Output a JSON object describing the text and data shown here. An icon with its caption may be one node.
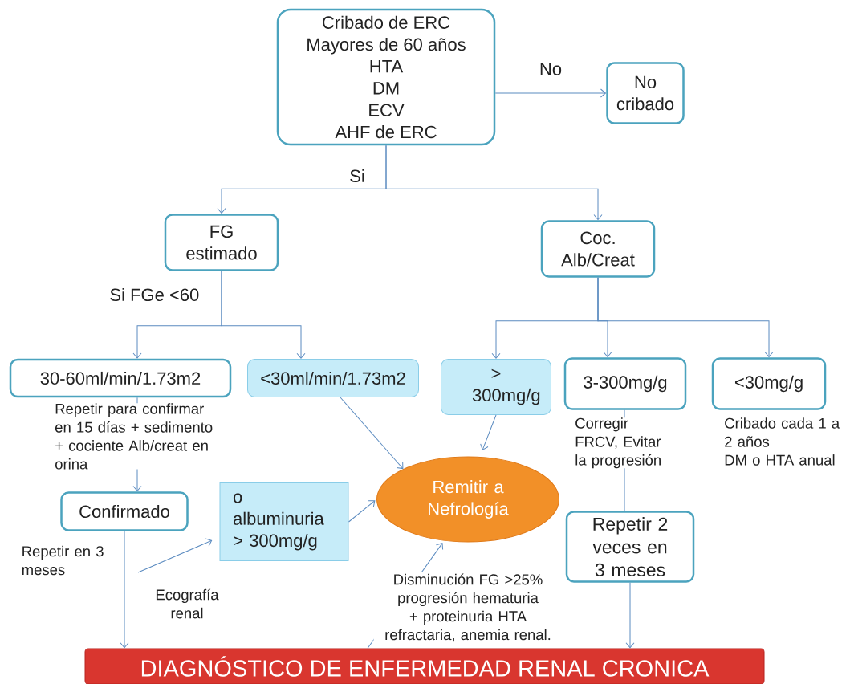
{
  "diagram": {
    "nodes": [
      {
        "text": [
          "Cribado de ERC",
          "Mayores de 60 años",
          "HTA",
          "DM",
          "ECV",
          "AHF de ERC"
        ]
      },
      {
        "text": [
          "No cribado"
        ]
      },
      {
        "text": [
          "FG estimado"
        ]
      },
      {
        "text": [
          "Coc. Alb/Creat"
        ]
      },
      {
        "text": [
          "30-60ml/min/1.73m2"
        ],
        "beside": [
          "Repetir para confirmar en 15 días + sedimento + cociente Alb/creat en orina"
        ]
      },
      {
        "text": [
          "<30ml/min/1.73m2"
        ]
      },
      {
        "text": [
          "> 300mg/g"
        ]
      },
      {
        "text": [
          "3-300mg/g"
        ],
        "beside": [
          "Corregir FRCV, Evitar la progresión"
        ]
      },
      {
        "text": [
          "<30mg/g"
        ],
        "beside": [
          "Cribado cada 1 a 2 años",
          "DM o HTA anual"
        ]
      },
      {
        "text": [
          "Confirmado"
        ]
      },
      {
        "text": [
          "o albuminuria > 300mg/g"
        ]
      },
      {
        "text": [
          "Remitir a Nefrología"
        ]
      },
      {
        "text": [
          "Repetir 2 veces en 3 meses"
        ]
      },
      {
        "text": [
          "DIAGNÓSTICO DE ENFERMEDAD RENAL CRONICA"
        ]
      }
    ],
    "edges": [
      {
        "from": 0,
        "to": 1,
        "arrow": "to",
        "label": "No"
      },
      {
        "from": 0,
        "to": 2,
        "arrow": "to",
        "label": "Si"
      },
      {
        "from": 0,
        "to": 3,
        "arrow": "to"
      },
      {
        "from": 2,
        "to": 4,
        "arrow": "to",
        "label": "Si FGe <60"
      },
      {
        "from": 2,
        "to": 5,
        "arrow": "to"
      },
      {
        "from": 3,
        "to": 6,
        "arrow": "to"
      },
      {
        "from": 3,
        "to": 7,
        "arrow": "to"
      },
      {
        "from": 3,
        "to": 8,
        "arrow": "to"
      },
      {
        "from": 4,
        "to": 9,
        "arrow": "to"
      },
      {
        "from": 5,
        "to": 11,
        "arrow": "to"
      },
      {
        "from": 6,
        "to": 11,
        "arrow": "to"
      },
      {
        "from": 10,
        "to": 11,
        "arrow": "to"
      },
      {
        "from": 9,
        "to": 13,
        "arrow": "to",
        "label": "Repetir en 3 meses"
      },
      {
        "from": null,
        "to": 10,
        "arrow": "to",
        "label": "Ecografía renal"
      },
      {
        "from": 13,
        "to": 11,
        "arrow": "to",
        "label": "Disminución FG >25% progresión hematuria + proteinuria HTA refractaria, anemia renal."
      },
      {
        "from": 7,
        "to": 12,
        "arrow": "none"
      },
      {
        "from": 12,
        "to": 13,
        "arrow": "to"
      }
    ]
  }
}
